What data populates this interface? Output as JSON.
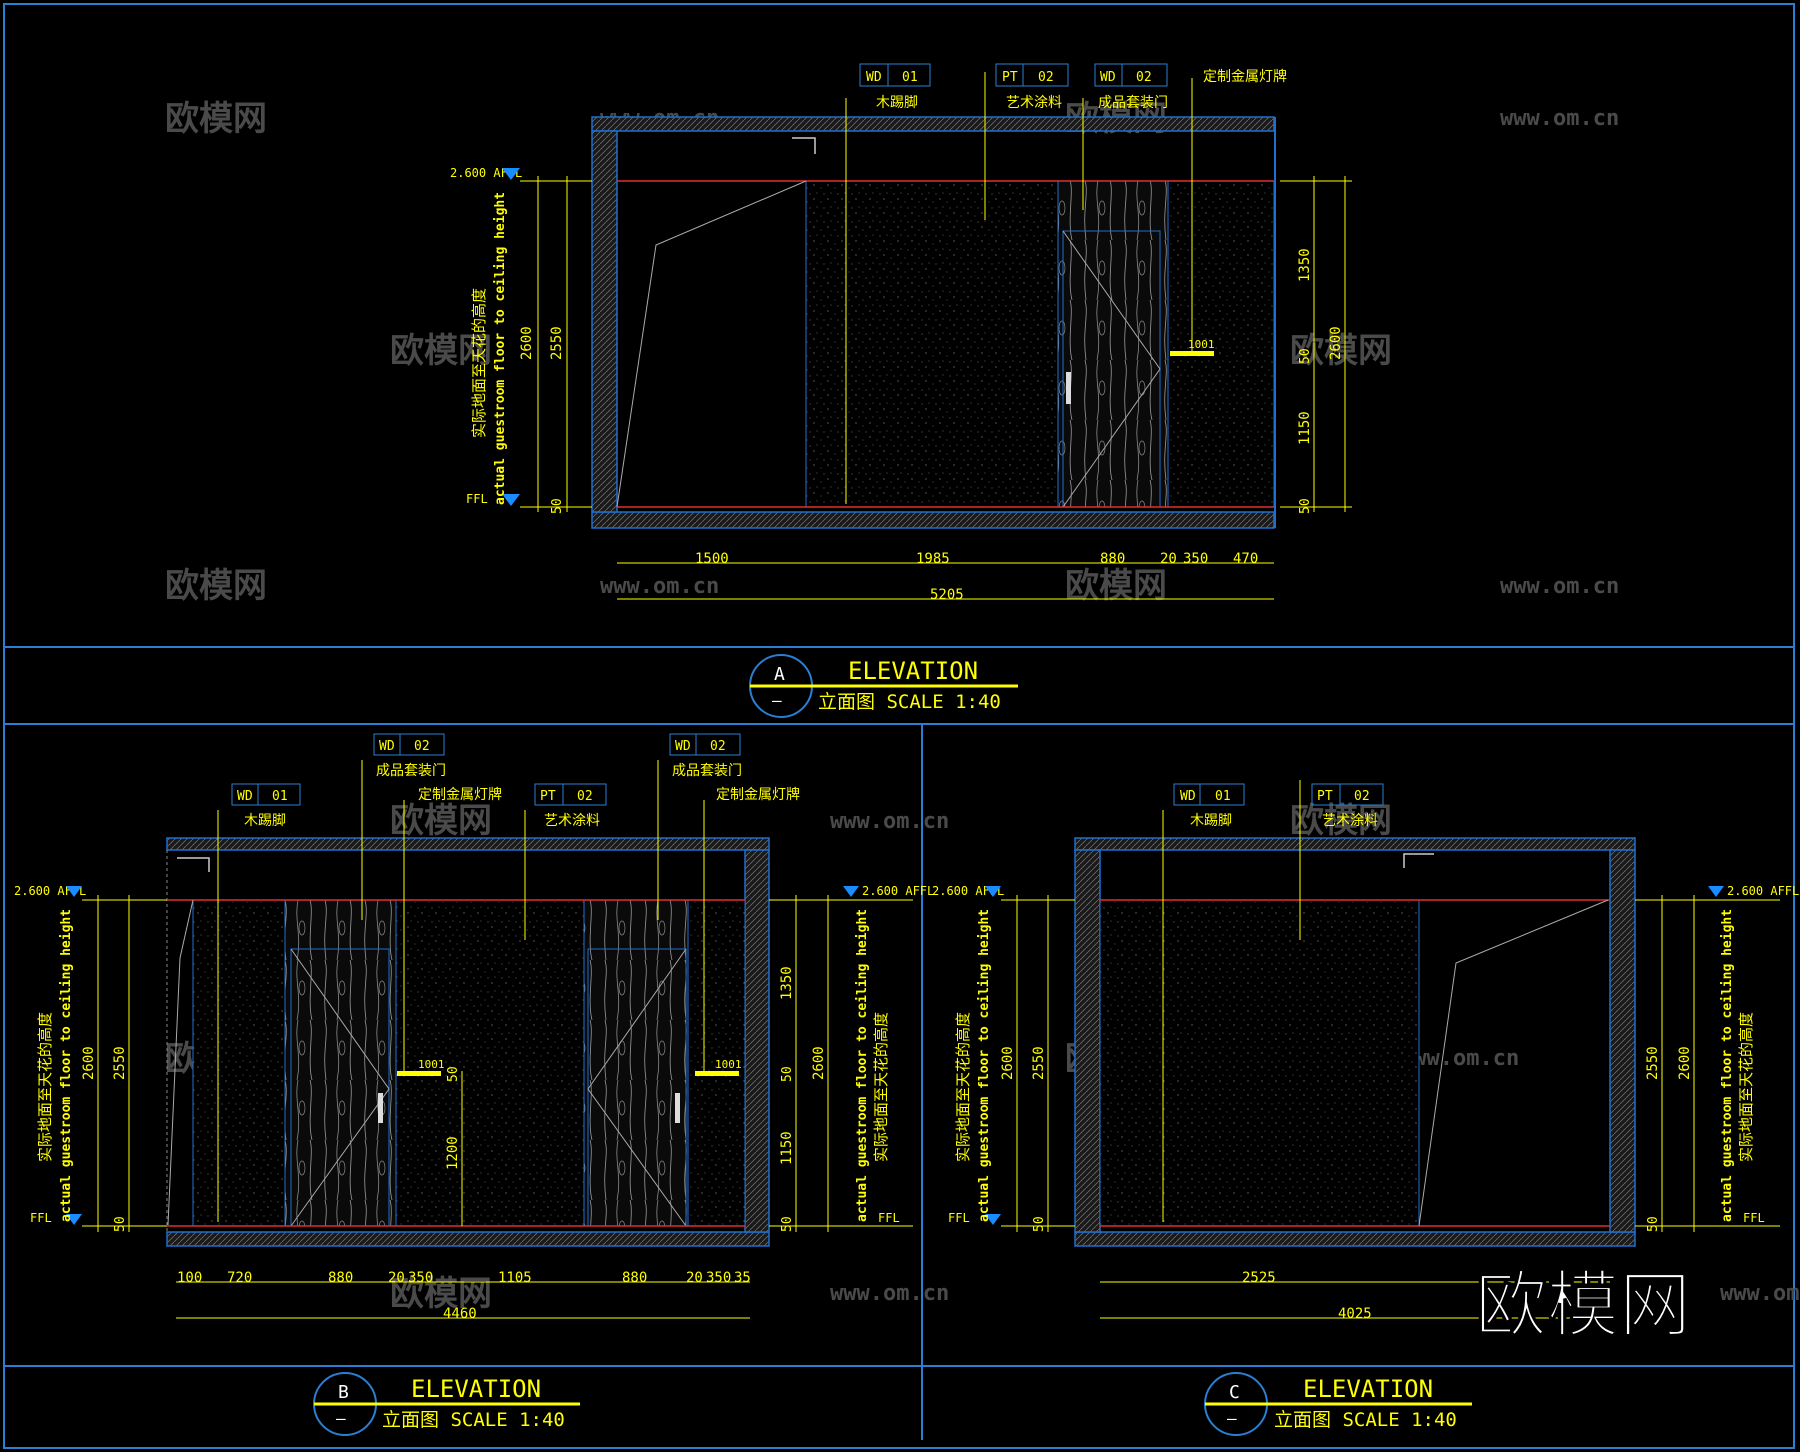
{
  "watermark": {
    "cn": "欧模网",
    "url": "www.om.cn",
    "logo": "欧模网"
  },
  "tags": {
    "wd01_code": "WD",
    "wd01_num": "01",
    "wd01_desc": "木踢脚",
    "wd02_code": "WD",
    "wd02_num": "02",
    "wd02_desc": "成品套装门",
    "pt02_code": "PT",
    "pt02_num": "02",
    "pt02_desc": "艺术涂料",
    "sign_desc": "定制金属灯牌",
    "sign_code": "1001"
  },
  "levels": {
    "affl": "2.600 AFFL",
    "ffl": "FFL",
    "height_en": "actual guestroom floor to ceiling height",
    "height_cn": "实际地面至天花的高度"
  },
  "elevation_a": {
    "letter": "A",
    "sub": "—",
    "title": "ELEVATION",
    "caption": "立面图  SCALE 1:40",
    "vdims_left": [
      "2600",
      "2550",
      "50"
    ],
    "vdims_right": [
      "1350",
      "50",
      "1150",
      "50",
      "2600"
    ],
    "hdims": [
      "1500",
      "1985",
      "880",
      "20",
      "350",
      "470"
    ],
    "total": "5205"
  },
  "elevation_b": {
    "letter": "B",
    "sub": "—",
    "title": "ELEVATION",
    "caption": "立面图  SCALE 1:40",
    "vdims_left": [
      "2600",
      "2550",
      "50"
    ],
    "vdims_right": [
      "1350",
      "50",
      "1150",
      "50",
      "2600",
      "1200"
    ],
    "hdims": [
      "100",
      "720",
      "880",
      "20",
      "350",
      "1105",
      "880",
      "20",
      "350",
      "35"
    ],
    "total": "4460"
  },
  "elevation_c": {
    "letter": "C",
    "sub": "—",
    "title": "ELEVATION",
    "caption": "立面图  SCALE 1:40",
    "vdims_left": [
      "2600",
      "2550",
      "50"
    ],
    "vdims_right": [
      "2550",
      "2600",
      "50"
    ],
    "hdims": [
      "2525"
    ],
    "total": "4025"
  },
  "colors": {
    "background": "#000000",
    "frame": "#2a7fd4",
    "text": "#ffff00",
    "ceiling_line": "#e03030",
    "wall_outline": "#1f6fd0"
  }
}
